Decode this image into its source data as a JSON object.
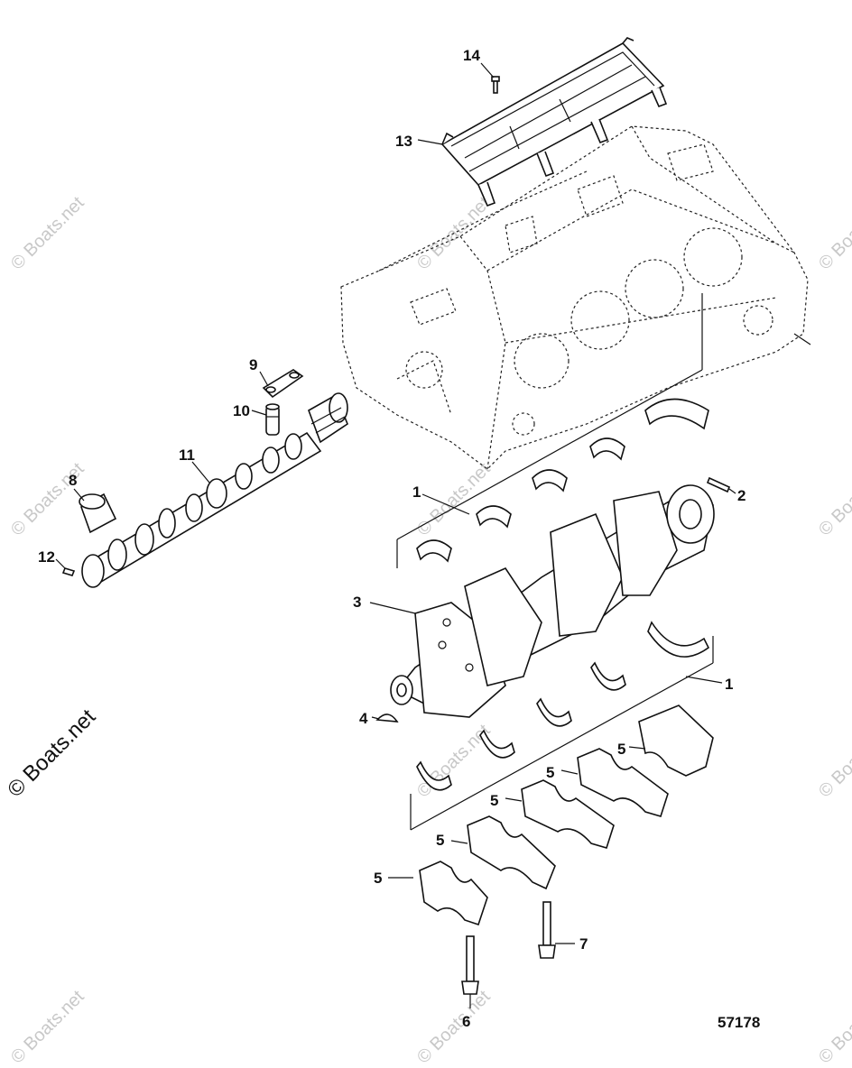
{
  "callouts": [
    {
      "id": "14",
      "label": "14"
    },
    {
      "id": "13",
      "label": "13"
    },
    {
      "id": "9",
      "label": "9"
    },
    {
      "id": "10",
      "label": "10"
    },
    {
      "id": "11",
      "label": "11"
    },
    {
      "id": "8",
      "label": "8"
    },
    {
      "id": "12",
      "label": "12"
    },
    {
      "id": "1a",
      "label": "1"
    },
    {
      "id": "2",
      "label": "2"
    },
    {
      "id": "3",
      "label": "3"
    },
    {
      "id": "1b",
      "label": "1"
    },
    {
      "id": "4",
      "label": "4"
    },
    {
      "id": "5a",
      "label": "5"
    },
    {
      "id": "5b",
      "label": "5"
    },
    {
      "id": "5c",
      "label": "5"
    },
    {
      "id": "5d",
      "label": "5"
    },
    {
      "id": "5e",
      "label": "5"
    },
    {
      "id": "7",
      "label": "7"
    },
    {
      "id": "6",
      "label": "6"
    }
  ],
  "figure_number": "57178",
  "watermark": {
    "main": "© Boats.net",
    "repeat": "© Boats.net"
  }
}
